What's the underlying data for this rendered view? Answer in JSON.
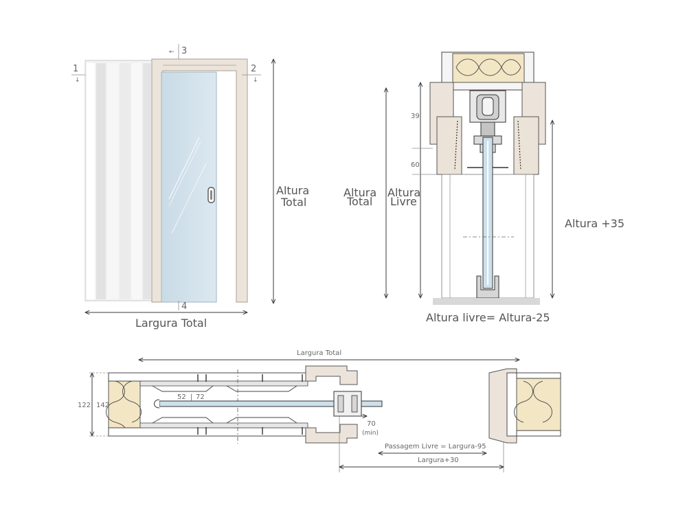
{
  "elevation": {
    "markers": [
      "1",
      "2",
      "3",
      "4"
    ],
    "height_label_line1": "Altura",
    "height_label_line2": "Total",
    "width_label": "Largura Total"
  },
  "section": {
    "dim_39": "39",
    "dim_60": "60",
    "total_line1": "Altura",
    "total_line2": "Total",
    "free_line1": "Altura",
    "free_line2": "Livre",
    "height_plus": "Altura +35",
    "caption": "Altura livre= Altura-25"
  },
  "plan": {
    "width_total": "Largura Total",
    "dim_122": "122",
    "dim_142": "142",
    "dim_52": "52",
    "dim_72": "72",
    "dim_70": "70",
    "dim_min": "(min)",
    "passage": "Passagem Livre = Largura-95",
    "width_plus": "Largura+30"
  }
}
